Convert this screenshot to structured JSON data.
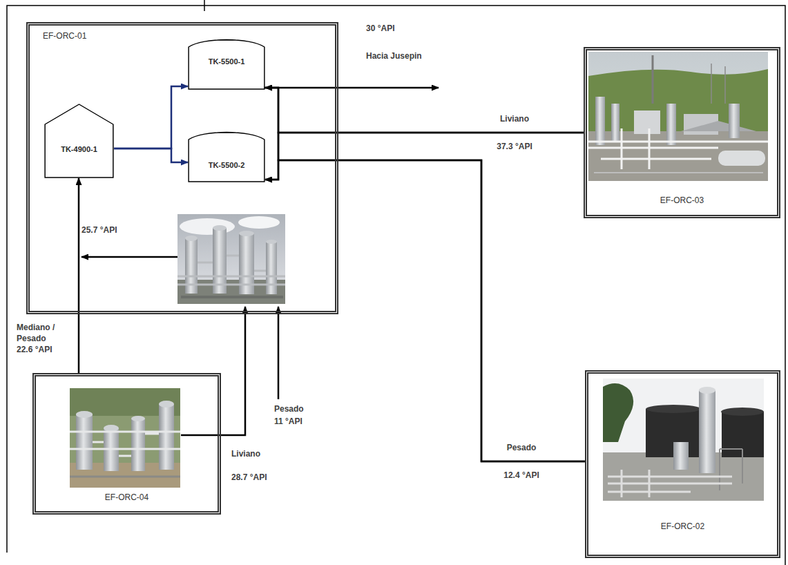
{
  "diagram": {
    "nodes": [
      {
        "text": [
          "EF-ORC-01"
        ]
      },
      {
        "text": [
          "TK-5500-1"
        ],
        "in": 0
      },
      {
        "text": [
          "TK-4900-1"
        ],
        "in": 0
      },
      {
        "text": [
          "TK-5500-2"
        ],
        "in": 0
      },
      {
        "text": [
          "EF-ORC-03"
        ]
      },
      {
        "text": [
          "EF-ORC-04"
        ]
      },
      {
        "text": [
          "EF-ORC-02"
        ]
      }
    ],
    "edges": [
      {
        "from": 2,
        "to": 1,
        "arrow": "to"
      },
      {
        "from": 2,
        "to": 3,
        "arrow": "to"
      },
      {
        "from": 4,
        "to": 1,
        "arrow": "to",
        "label": "Liviano 37.3 °API"
      },
      {
        "from": 4,
        "to": 3,
        "arrow": "to"
      },
      {
        "from": 6,
        "to": 1,
        "arrow": "to",
        "label": "Pesado 12.4 °API"
      },
      {
        "from": 6,
        "to": 3,
        "arrow": "to"
      },
      {
        "from": 5,
        "to": 2,
        "arrow": "to",
        "label": "Mediano / Pesado 22.6 °API"
      }
    ],
    "labels": [
      "30 °API",
      "Hacia Jusepin",
      "25.7 °API",
      "Pesado 11 °API",
      "Liviano 28.7 °API"
    ]
  }
}
